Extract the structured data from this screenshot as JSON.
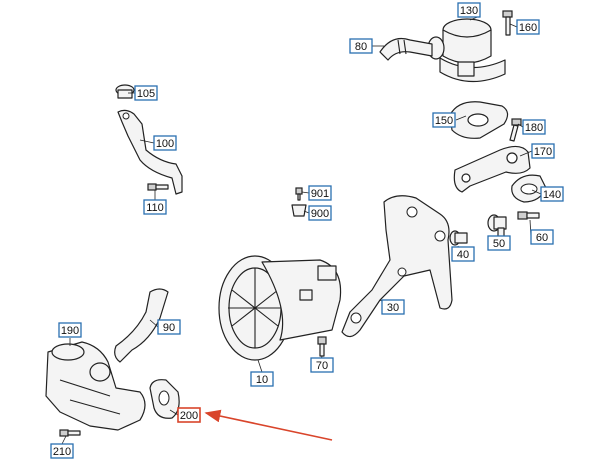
{
  "accent_color": "#2a6fb0",
  "highlight_color": "#d9452b",
  "callouts": [
    {
      "id": "c130",
      "label": "130"
    },
    {
      "id": "c160",
      "label": "160"
    },
    {
      "id": "c80",
      "label": "80"
    },
    {
      "id": "c105",
      "label": "105"
    },
    {
      "id": "c100",
      "label": "100"
    },
    {
      "id": "c110",
      "label": "110"
    },
    {
      "id": "c150",
      "label": "150"
    },
    {
      "id": "c180",
      "label": "180"
    },
    {
      "id": "c170",
      "label": "170"
    },
    {
      "id": "c140",
      "label": "140"
    },
    {
      "id": "c901",
      "label": "901"
    },
    {
      "id": "c900",
      "label": "900"
    },
    {
      "id": "c60",
      "label": "60"
    },
    {
      "id": "c50",
      "label": "50"
    },
    {
      "id": "c40",
      "label": "40"
    },
    {
      "id": "c30",
      "label": "30"
    },
    {
      "id": "c190",
      "label": "190"
    },
    {
      "id": "c90",
      "label": "90"
    },
    {
      "id": "c70",
      "label": "70"
    },
    {
      "id": "c10",
      "label": "10"
    },
    {
      "id": "c200",
      "label": "200",
      "highlighted": true
    },
    {
      "id": "c210",
      "label": "210"
    }
  ]
}
